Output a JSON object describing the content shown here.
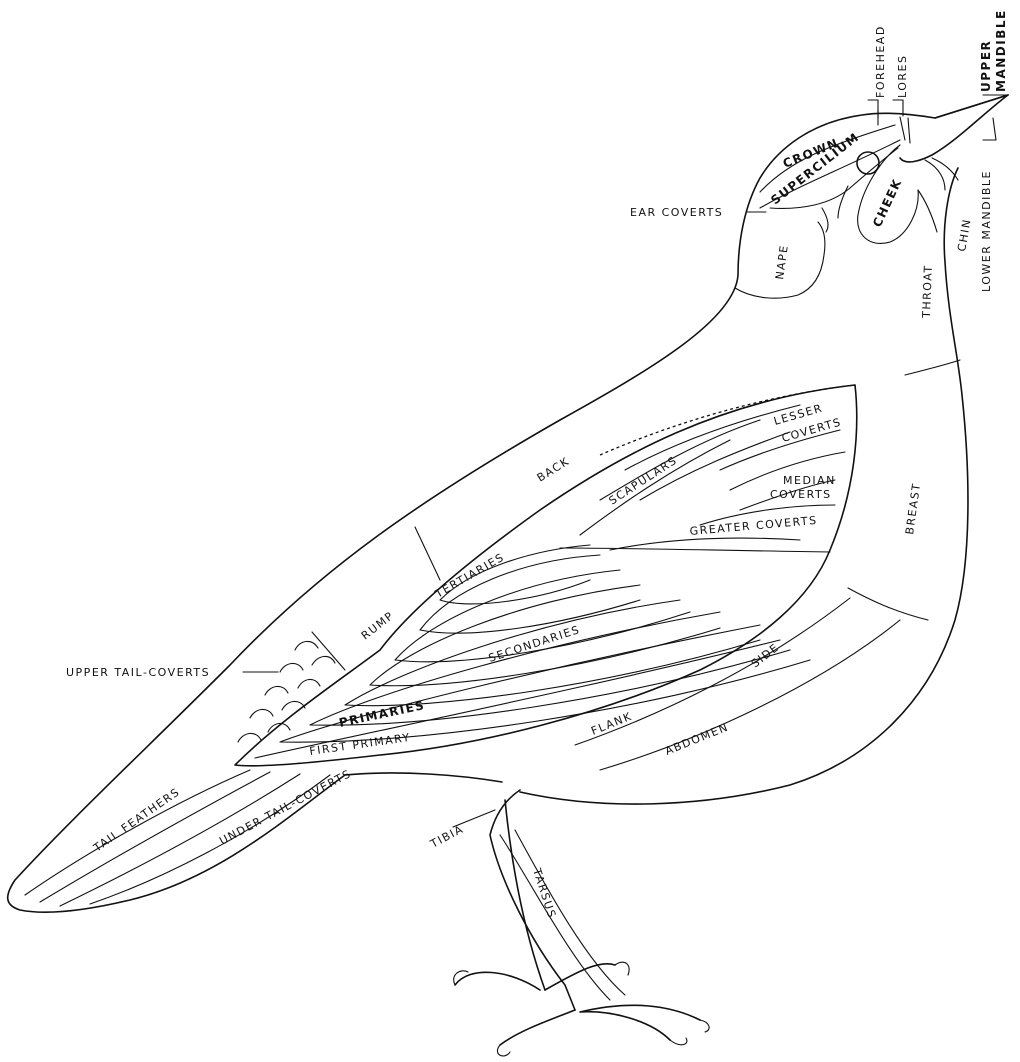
{
  "labels": {
    "forehead": "FOREHEAD",
    "lores": "LORES",
    "upper_mandible": "UPPER MANDIBLE",
    "crown": "CROWN",
    "supercilium": "SUPERCILIUM",
    "cheek": "CHEEK",
    "ear_coverts": "EAR COVERTS",
    "chin": "CHIN",
    "lower_mandible": "LOWER MANDIBLE",
    "nape": "NAPE",
    "throat": "THROAT",
    "lesser_coverts": "LESSER COVERTS",
    "back": "BACK",
    "scapulars": "SCAPULARS",
    "median_coverts": "MEDIAN COVERTS",
    "breast": "BREAST",
    "greater_coverts": "GREATER COVERTS",
    "tertiaries": "TERTIARIES",
    "rump": "RUMP",
    "secondaries": "SECONDARIES",
    "side": "SIDE",
    "upper_tail_coverts": "UPPER TAIL-COVERTS",
    "primaries": "PRIMARIES",
    "first_primary": "FIRST PRIMARY",
    "flank": "FLANK",
    "abdomen": "ABDOMEN",
    "tail_feathers": "TAIL FEATHERS",
    "under_tail_coverts": "UNDER TAIL-COVERTS",
    "tibia": "TIBIA",
    "tarsus": "TARSUS"
  }
}
